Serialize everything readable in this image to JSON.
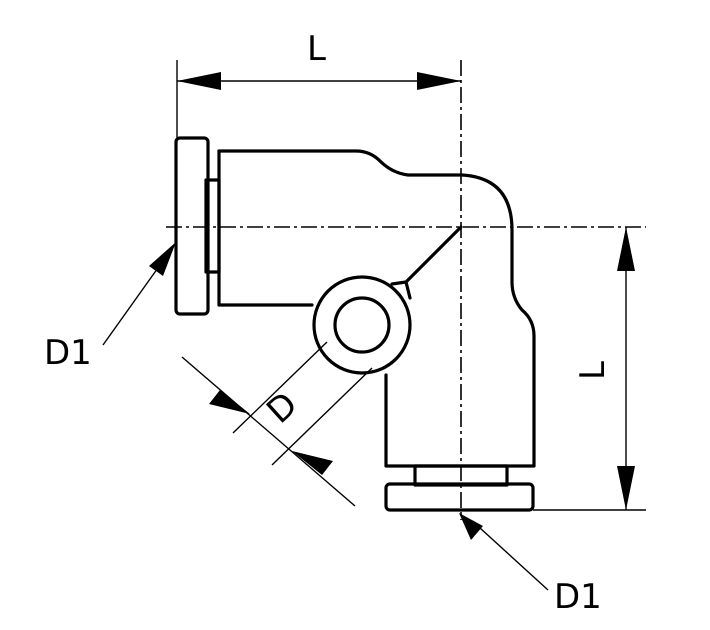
{
  "labels": {
    "length_top": "L",
    "length_side": "L",
    "tube_diameter": "D",
    "thread_left": "D1",
    "thread_bottom": "D1"
  }
}
